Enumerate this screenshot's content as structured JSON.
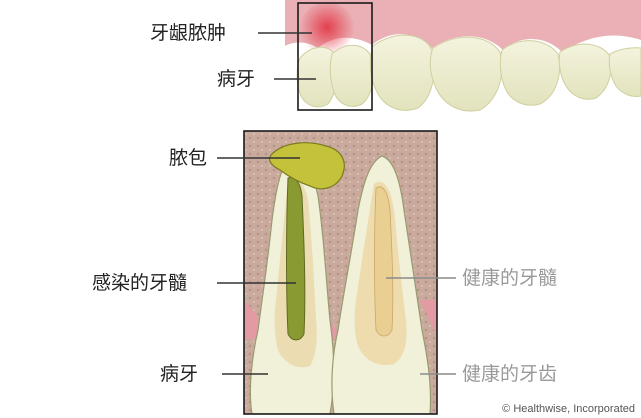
{
  "labels": {
    "gum_abscess": "牙龈脓肿",
    "diseased_tooth_top": "病牙",
    "abscess": "脓包",
    "infected_pulp": "感染的牙髓",
    "diseased_tooth_bottom": "病牙",
    "healthy_pulp": "健康的牙髓",
    "healthy_tooth": "健康的牙齿"
  },
  "copyright": "© Healthwise, Incorporated",
  "colors": {
    "gum": "#e9a7ad",
    "gum_inflamed": "#e8525e",
    "enamel": "#f1f0d6",
    "bone": "#c9a99c",
    "pulp_healthy": "#e9cf92",
    "pulp_infected": "#8a9a33",
    "pus": "#c4c23a",
    "leader_dark": "#333333",
    "leader_light": "#8a8a8a"
  }
}
